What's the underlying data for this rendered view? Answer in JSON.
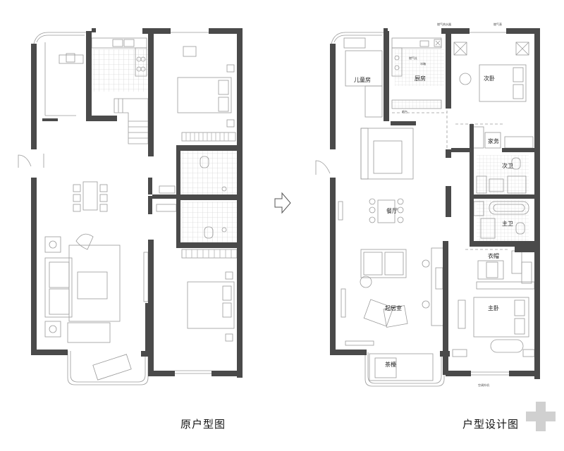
{
  "captions": {
    "original_plan": "原户型图",
    "design_plan": "户型设计图"
  },
  "room_labels": {
    "children_room": "儿童房",
    "kitchen": "厨房",
    "second_bedroom": "次卧",
    "housekeeping": "家务",
    "second_bath": "次卫",
    "dining": "餐厅",
    "master_bath": "主卫",
    "closet": "衣帽",
    "living": "起居室",
    "master_bedroom": "主卧",
    "tea_room": "茶檯"
  },
  "colors": {
    "wall": "#4a4a4a",
    "line": "#9a9a9a",
    "tile": "#c8c8c8",
    "watermark": "#d0d0d0"
  },
  "icons": [
    "arrow-right-icon",
    "plus-watermark-icon"
  ]
}
